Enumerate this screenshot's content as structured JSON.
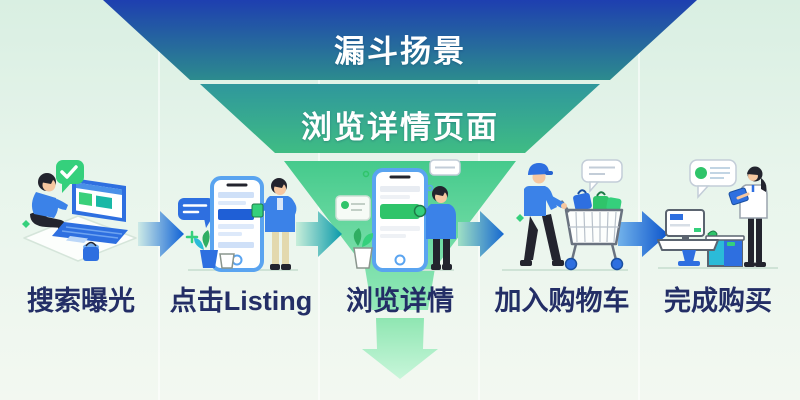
{
  "funnel": {
    "tier1_label": "漏斗扬景",
    "tier2_label": "浏览详情页面",
    "tiers": 3,
    "colors": {
      "tier1_top": "#1e3fb0",
      "tier1_bottom": "#2c8b8e",
      "tier2_top": "#2f979c",
      "tier2_bottom": "#3fbc84",
      "tier3_top": "#45ca8c",
      "tier3_bottom": "#93e9b8",
      "down_arrow": "#9fe8bc"
    }
  },
  "stages": [
    {
      "label": "搜索曝光",
      "icon": "person-laptop-search-illustration"
    },
    {
      "label": "点击Listing",
      "icon": "person-tapping-phone-illustration"
    },
    {
      "label": "浏览详情",
      "icon": "person-browsing-phone-illustration"
    },
    {
      "label": "加入购物车",
      "icon": "person-shopping-cart-illustration"
    },
    {
      "label": "完成购买",
      "icon": "checkout-counter-illustration"
    }
  ],
  "flow": {
    "direction": "left-to-right",
    "arrow_count": 4,
    "arrow_colors": {
      "arrow1": [
        "#cdeae6",
        "#0f62d6"
      ],
      "arrow2": [
        "#c8eeda",
        "#0a9aaa"
      ],
      "arrow3": [
        "#9fe0c4",
        "#1668d0"
      ],
      "arrow4": [
        "#72b2ea",
        "#0c55cc"
      ]
    }
  },
  "palette": {
    "background_mint": "#e8f5ec",
    "label_navy": "#232e66",
    "illustration_blue": "#3b82e8",
    "illustration_green": "#2fc46a",
    "illustration_teal": "#2bbbd8"
  }
}
